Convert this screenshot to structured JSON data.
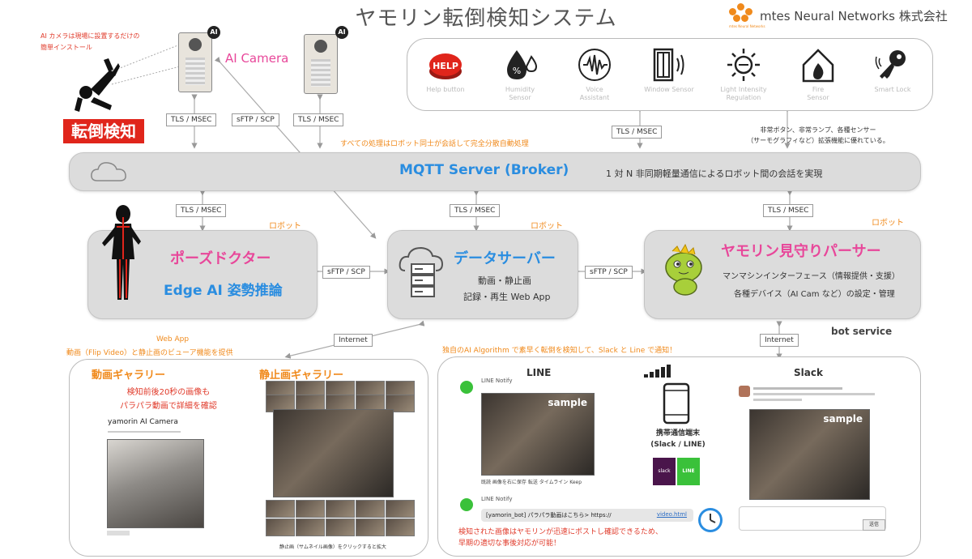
{
  "title": "ヤモリン転倒検知システム",
  "company": {
    "name": "mtes Neural Networks 株式会社",
    "logo_sub": "mtes Neural Networks"
  },
  "fall": {
    "note": "AI カメラは現場に設置するだけの\n簡単インストール",
    "label": "転倒検知"
  },
  "camera": {
    "label": "AI Camera",
    "ai_badge": "AI"
  },
  "sensors": [
    {
      "label": "Help button",
      "icon": "help-button-icon"
    },
    {
      "label": "Humidity\nSensor",
      "icon": "humidity-icon"
    },
    {
      "label": "Voice\nAssistant",
      "icon": "voice-icon"
    },
    {
      "label": "Window  Sensor",
      "icon": "window-icon"
    },
    {
      "label": "Light Intensity\nRegulation",
      "icon": "light-icon"
    },
    {
      "label": "Fire\nSensor",
      "icon": "fire-icon"
    },
    {
      "label": "Smart Lock",
      "icon": "key-icon"
    }
  ],
  "protocols": {
    "tls": "TLS / MSEC",
    "sftp": "sFTP / SCP",
    "internet": "Internet"
  },
  "mqtt": {
    "label": "MQTT Server (Broker)",
    "desc": "1 対 N 非同期軽量通信によるロボット間の会話を実現",
    "note_top": "すべての処理はロボット同士が会話して完全分散自動処理",
    "sensor_note": "非常ボタン、非常ランプ、各種センサー\n（サーモグラフィなど）拡張機能に優れている。"
  },
  "robot_label": "ロボット",
  "pose": {
    "title": "ポーズドクター",
    "subtitle": "Edge AI 姿勢推論"
  },
  "data_server": {
    "title": "データサーバー",
    "line1": "動画・静止画",
    "line2": "記録・再生 Web App"
  },
  "parser": {
    "title": "ヤモリン見守りパーサー",
    "line1": "マンマシンインターフェース（情報提供・支援）",
    "line2": "各種デバイス（AI Cam など）の設定・管理"
  },
  "bot_service": "bot service",
  "webapp": {
    "label": "Web App",
    "desc": "動画（Flip Video）と静止画のビューア機能を提供"
  },
  "gallery": {
    "video_title": "動画ギャラリー",
    "video_note": "検知前後20秒の画像も\nパラパラ動画で詳細を確認",
    "app_name": "yamorin AI Camera",
    "still_title": "静止画ギャラリー",
    "still_caption": "静止画（サムネイル画像）をクリックすると拡大"
  },
  "notify": {
    "header": "独自のAI Algorithm で素早く転倒を検知して、Slack と Line で通知！",
    "line_title": "LINE",
    "slack_title": "Slack",
    "line_notify": "LINE Notify",
    "sample": "sample",
    "device": "携帯通信端末\n(Slack / LINE)",
    "line_msg": "[yamorin_bot] パラパラ動画はこちら> https://",
    "line_link": "video.html",
    "footer": "検知された画像はヤモリンが迅速にポストし確認できるため、\n早期の適切な事後対応が可能！",
    "slack_badge": "slack",
    "line_badge": "LINE",
    "line_actions": "既読  画像を右に保存  転送  タイムライン  Keep",
    "send": "送信"
  }
}
